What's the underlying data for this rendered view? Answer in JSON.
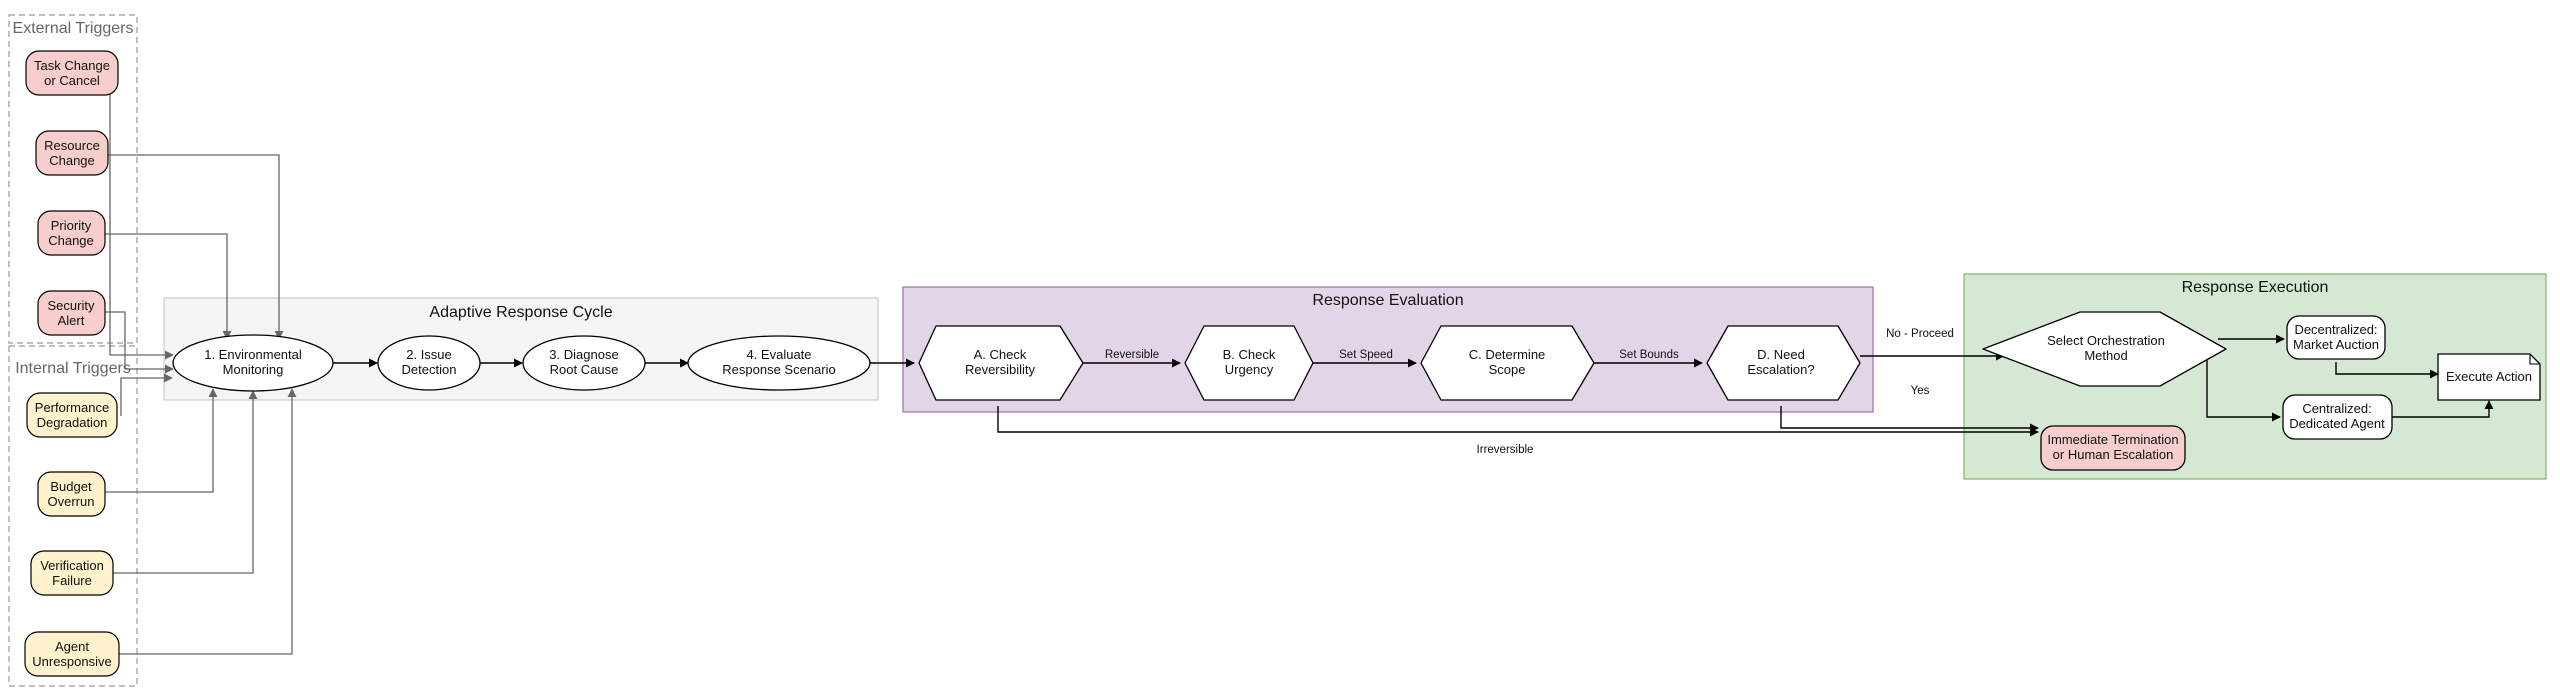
{
  "clusters": {
    "external": {
      "label": "External Triggers"
    },
    "internal": {
      "label": "Internal Triggers"
    },
    "cycle": {
      "label": "Adaptive Response Cycle"
    },
    "evaluation": {
      "label": "Response Evaluation"
    },
    "execution": {
      "label": "Response Execution"
    }
  },
  "triggers": {
    "task_change": {
      "line1": "Task Change",
      "line2": "or Cancel"
    },
    "resource_change": {
      "line1": "Resource",
      "line2": "Change"
    },
    "priority_change": {
      "line1": "Priority",
      "line2": "Change"
    },
    "security_alert": {
      "line1": "Security",
      "line2": "Alert"
    },
    "performance": {
      "line1": "Performance",
      "line2": "Degradation"
    },
    "budget": {
      "line1": "Budget",
      "line2": "Overrun"
    },
    "verification": {
      "line1": "Verification",
      "line2": "Failure"
    },
    "agent": {
      "line1": "Agent",
      "line2": "Unresponsive"
    }
  },
  "cycle": {
    "monitoring": {
      "line1": "1. Environmental",
      "line2": "Monitoring"
    },
    "detection": {
      "line1": "2. Issue",
      "line2": "Detection"
    },
    "diagnose": {
      "line1": "3. Diagnose",
      "line2": "Root Cause"
    },
    "evaluate": {
      "line1": "4. Evaluate",
      "line2": "Response Scenario"
    }
  },
  "evaluation": {
    "reversibility": {
      "line1": "A. Check",
      "line2": "Reversibility"
    },
    "urgency": {
      "line1": "B. Check",
      "line2": "Urgency"
    },
    "scope": {
      "line1": "C. Determine",
      "line2": "Scope"
    },
    "escalation": {
      "line1": "D. Need",
      "line2": "Escalation?"
    }
  },
  "execution": {
    "orchestration": {
      "line1": "Select Orchestration",
      "line2": "Method"
    },
    "decentralized": {
      "line1": "Decentralized:",
      "line2": "Market Auction"
    },
    "centralized": {
      "line1": "Centralized:",
      "line2": "Dedicated Agent"
    },
    "execute": {
      "line1": "Execute Action"
    }
  },
  "termination": {
    "line1": "Immediate Termination",
    "line2": "or Human Escalation"
  },
  "edge_labels": {
    "reversible": "Reversible",
    "set_speed": "Set Speed",
    "set_bounds": "Set Bounds",
    "no_proceed": "No - Proceed",
    "yes": "Yes",
    "irreversible": "Irreversible"
  },
  "colors": {
    "external_fill": "#f8cecc",
    "internal_fill": "#fff2cc",
    "cycle_bg": "#f5f5f5",
    "evaluation_bg": "#e1d5e7",
    "execution_bg": "#d5e8d4",
    "termination_fill": "#f8cecc",
    "trigger_edge": "#666666"
  }
}
